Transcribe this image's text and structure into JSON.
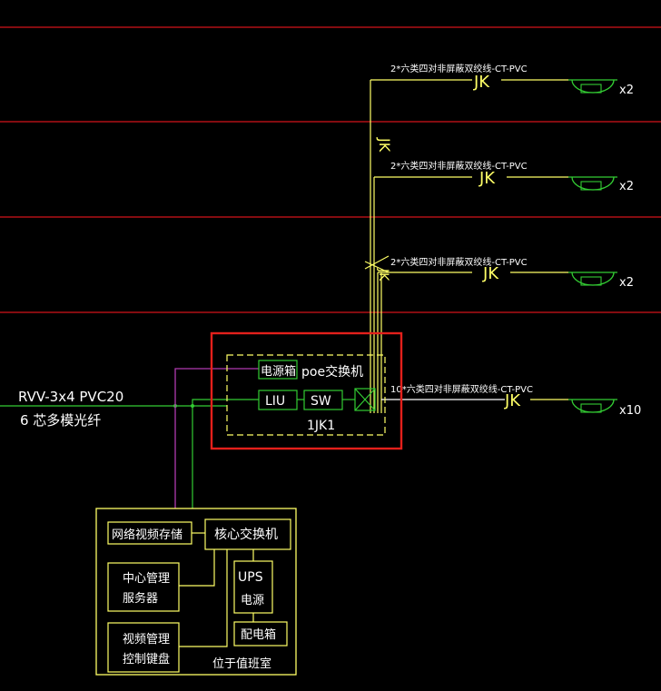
{
  "floors": [
    {
      "cable_label": "2*六类四对非屏蔽双绞线-CT-PVC",
      "jk_label": "JK",
      "count_label": "x2"
    },
    {
      "cable_label": "2*六类四对非屏蔽双绞线-CT-PVC",
      "jk_label": "JK",
      "count_label": "x2"
    },
    {
      "cable_label": "2*六类四对非屏蔽双绞线-CT-PVC",
      "jk_label": "JK",
      "count_label": "x2"
    }
  ],
  "riser_labels": [
    "JK",
    "JK"
  ],
  "main_run": {
    "cable_label": "10*六类四对非屏蔽双绞线-CT-PVC",
    "jk_label": "JK",
    "count_label": "x10"
  },
  "incoming": {
    "line1": "RVV-3x4 PVC20",
    "line2": "6 芯多模光纤"
  },
  "cabinet": {
    "power_box": "电源箱",
    "poe_switch": "poe交换机",
    "liu": "LIU",
    "sw": "SW",
    "name": "1JK1"
  },
  "control_room": {
    "nvr": "网络视频存储",
    "core_switch": "核心交换机",
    "server_line1": "中心管理",
    "server_line2": "服务器",
    "ups_line1": "UPS",
    "ups_line2": "电源",
    "keyboard_line1": "视频管理",
    "keyboard_line2": "控制键盘",
    "distribution_box": "配电箱",
    "location": "位于值班室"
  },
  "colors": {
    "floor_line": "#d4141a",
    "wire": "#ffff66",
    "device": "#33cc33",
    "label": "#ffffff",
    "magenta": "#b13ab1",
    "highlight": "#e3201b"
  }
}
